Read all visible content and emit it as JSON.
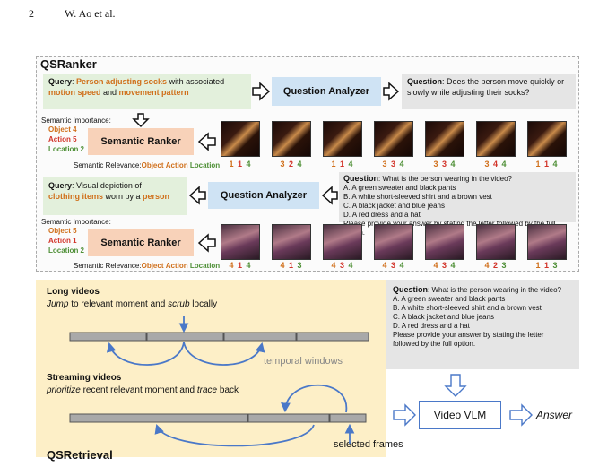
{
  "header": {
    "page_number": "2",
    "authors": "W. Ao et al."
  },
  "qsranker": {
    "title": "QSRanker",
    "row1": {
      "query_prefix": "Query",
      "query_sep": ": ",
      "query_highlight1": "Person adjusting socks",
      "query_mid": " with associated ",
      "query_highlight2": "motion speed",
      "query_and": " and ",
      "query_highlight3": "movement pattern",
      "analyzer": "Question Analyzer",
      "question_prefix": "Question",
      "question_text": ": Does the person move quickly or slowly while adjusting their socks?",
      "importance_label": "Semantic Importance:",
      "importance": [
        {
          "text": "Object 4",
          "color": "#d0701c"
        },
        {
          "text": "Action 5",
          "color": "#d2342a"
        },
        {
          "text": "Location 2",
          "color": "#4e8f36"
        }
      ],
      "ranker": "Semantic Ranker",
      "relevance_label": "Semantic Relevance:",
      "relevance_terms": [
        "Object",
        "Action",
        "Location"
      ],
      "scores": [
        [
          1,
          1,
          4
        ],
        [
          3,
          2,
          4
        ],
        [
          1,
          1,
          4
        ],
        [
          3,
          3,
          4
        ],
        [
          3,
          3,
          4
        ],
        [
          3,
          4,
          4
        ],
        [
          1,
          1,
          4
        ]
      ]
    },
    "row2": {
      "query_prefix": "Query",
      "query_text1": ": Visual depiction of",
      "query_highlight1": "clothing items",
      "query_mid": " worn by a ",
      "query_highlight2": "person",
      "analyzer": "Question Analyzer",
      "question_prefix": "Question",
      "question_text": ": What is the person wearing in the video?",
      "options": [
        "A. A green sweater and black pants",
        "B. A white short-sleeved shirt and a brown vest",
        "C. A black jacket and blue jeans",
        "D. A red dress and a hat"
      ],
      "instruction": "Please provide your answer by stating the letter followed by the full option.",
      "importance_label": "Semantic Importance:",
      "importance": [
        {
          "text": "Object 5",
          "color": "#d0701c"
        },
        {
          "text": "Action 1",
          "color": "#d2342a"
        },
        {
          "text": "Location 2",
          "color": "#4e8f36"
        }
      ],
      "ranker": "Semantic Ranker",
      "relevance_label": "Semantic Relevance:",
      "relevance_terms": [
        "Object",
        "Action",
        "Location"
      ],
      "scores": [
        [
          4,
          1,
          4
        ],
        [
          4,
          1,
          3
        ],
        [
          4,
          3,
          4
        ],
        [
          4,
          3,
          4
        ],
        [
          4,
          3,
          4
        ],
        [
          4,
          2,
          3
        ],
        [
          1,
          1,
          3
        ]
      ]
    }
  },
  "qsretrieval": {
    "title": "QSRetrieval",
    "long_title": "Long videos",
    "long_desc_jump": "Jump",
    "long_desc_mid": " to relevant moment and ",
    "long_desc_scrub": "scrub",
    "long_desc_end": " locally",
    "temporal_windows": "temporal windows",
    "stream_title": "Streaming videos",
    "stream_desc_prior": "prioritize",
    "stream_desc_mid": " recent relevant moment and ",
    "stream_desc_trace": "trace",
    "stream_desc_end": " back",
    "selected_frames": "selected frames"
  },
  "answer_panel": {
    "question_prefix": "Question",
    "question_text": ": What is the person wearing in the video?",
    "options": [
      "A. A green sweater and black pants",
      "B. A white short-sleeved shirt and a brown vest",
      "C. A black jacket and blue jeans",
      "D. A red dress and a hat"
    ],
    "instruction": "Please provide your answer by stating the letter followed by the full option.",
    "vlm": "Video VLM",
    "answer": "Answer"
  },
  "colors": {
    "object": "#d0701c",
    "action": "#d2342a",
    "location": "#4e8f36",
    "arrow": "#4a78c8"
  }
}
